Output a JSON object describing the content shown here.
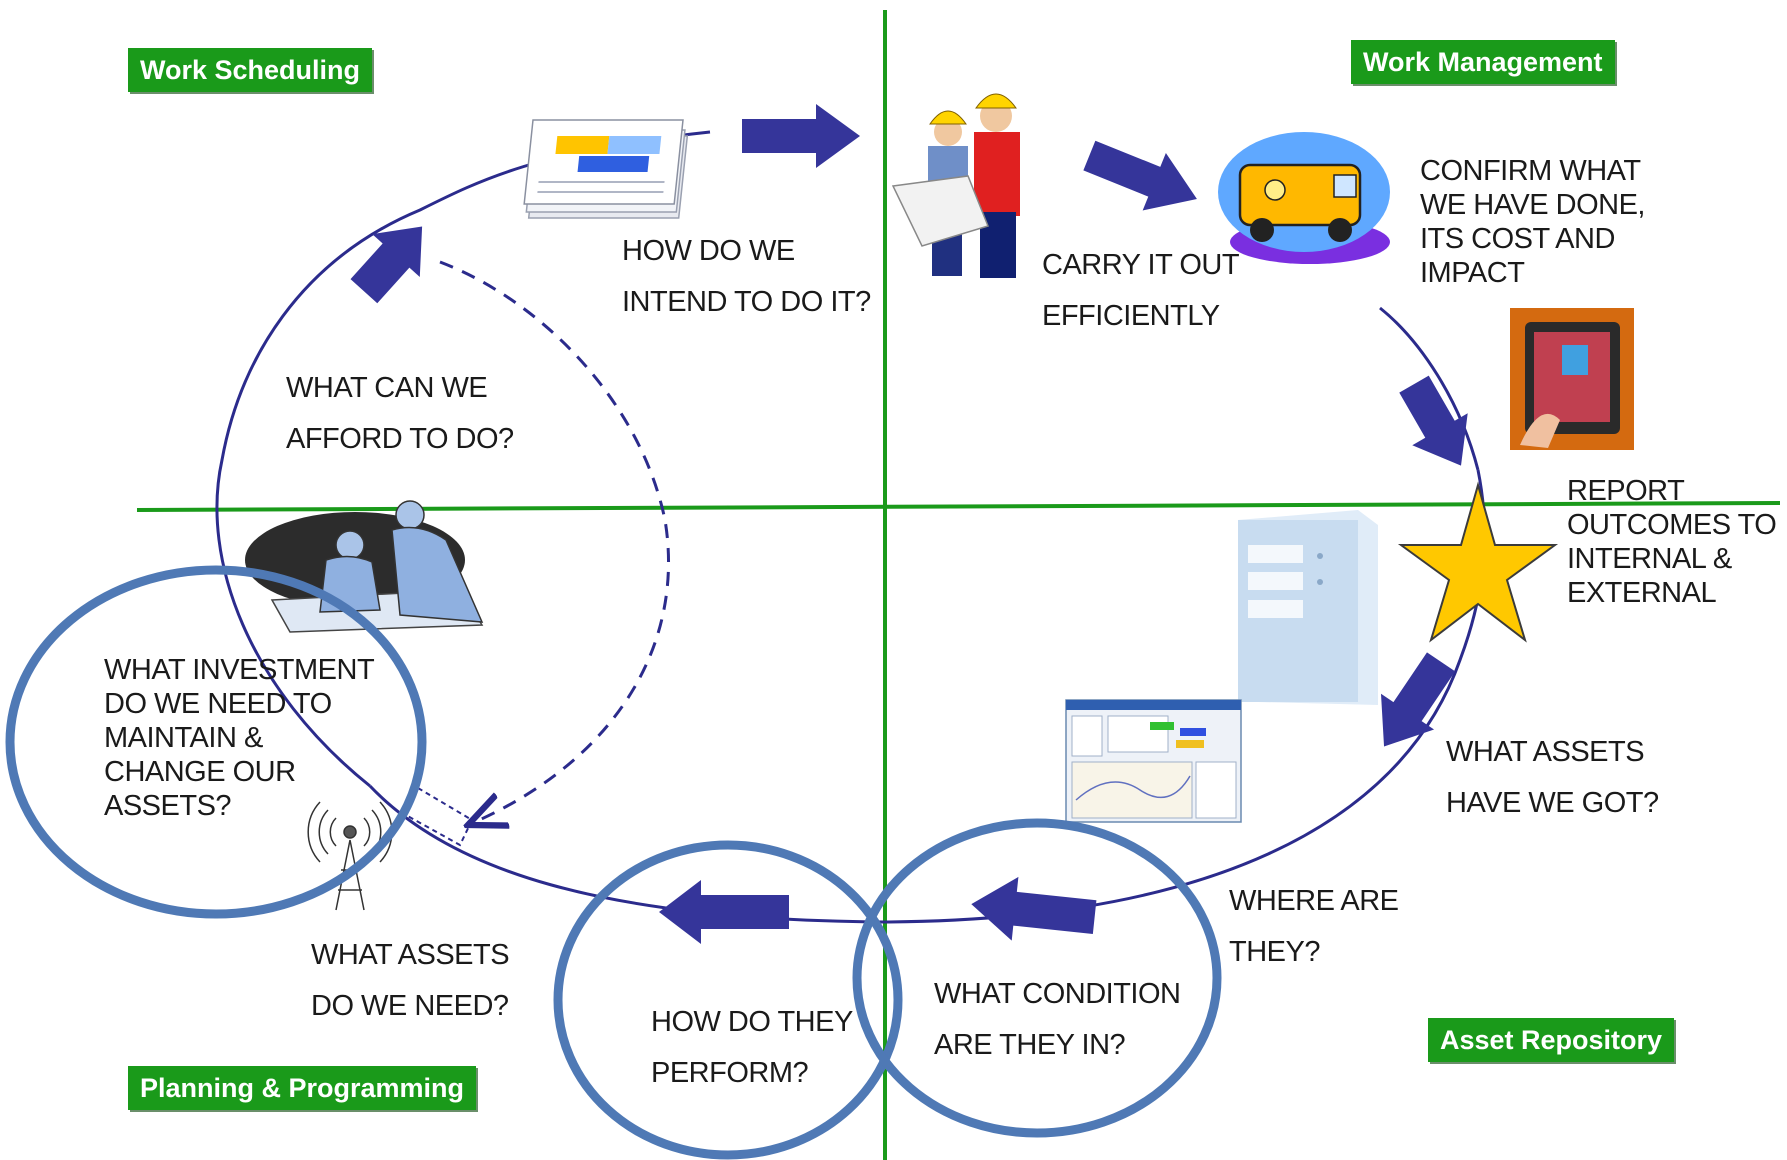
{
  "quadrants": {
    "work_scheduling": "Work Scheduling",
    "work_management": "Work Management",
    "planning_programming": "Planning & Programming",
    "asset_repository": "Asset Repository"
  },
  "questions": {
    "how_intend": "HOW DO WE\nINTEND TO DO IT?",
    "carry_out": "CARRY IT OUT\nEFFICIENTLY",
    "confirm": "CONFIRM WHAT\nWE HAVE DONE,\nITS COST AND\nIMPACT",
    "report": "REPORT\nOUTCOMES TO\nINTERNAL &\nEXTERNAL",
    "what_assets_got": "WHAT ASSETS\nHAVE WE GOT?",
    "where_are_they": "WHERE ARE\nTHEY?",
    "condition": "WHAT CONDITION\nARE THEY IN?",
    "perform": "HOW DO THEY\nPERFORM?",
    "assets_need": "WHAT ASSETS\nDO WE NEED?",
    "investment": "WHAT INVESTMENT\nDO WE NEED TO\nMAINTAIN &\nCHANGE OUR\nASSETS?",
    "afford": "WHAT CAN WE\nAFFORD TO DO?"
  },
  "colors": {
    "axis": "#1a9a1a",
    "cycle": "#2b2b8c",
    "arrow": "#35359a",
    "highlight": "#4f79b5",
    "badge_bg": "#1a9a1a",
    "badge_text": "#ffffff",
    "star": "#ffc800"
  }
}
